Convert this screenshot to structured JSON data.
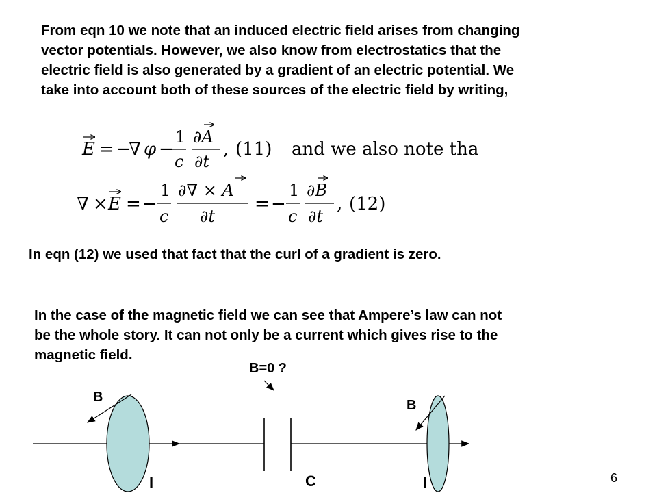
{
  "paragraph1": {
    "line1": "From eqn 10 we note that an induced electric field arises from changing",
    "line2": "vector potentials. However, we also know from electrostatics that the",
    "line3": "electric field is also generated by a gradient of an electric potential. We",
    "line4": "take into account both of these sources of the electric field by writing,"
  },
  "equation11": {
    "lhs": "E",
    "eq": "=",
    "neg": "−",
    "nabla": "∇",
    "phi": "φ",
    "minus": "−",
    "one": "1",
    "c": "c",
    "partial_A": "∂A",
    "partial_t": "∂t",
    "comma": ",",
    "number": "(11)",
    "trailing_text": "and we also note that"
  },
  "equation12": {
    "nabla": "∇",
    "times": "×",
    "E": "E",
    "eq1": "=",
    "minus1": "−",
    "one1": "1",
    "c1": "c",
    "curl_A": "∂∇ × A",
    "dt1": "∂t",
    "eq2": "=",
    "minus2": "−",
    "one2": "1",
    "c2": "c",
    "partial_B": "∂B",
    "dt2": "∂t",
    "comma": ",",
    "number": "(12)"
  },
  "curl_note": "In  eqn (12) we used that fact that the curl of a gradient is zero.",
  "paragraph2": {
    "line1": "In the case of the magnetic field we can see that Ampere’s law can not",
    "line2": "be the whole story. It can not only be a current which gives rise to the",
    "line3": "magnetic field."
  },
  "figure": {
    "b_zero_label": "B=0 ?",
    "b_left_label": "B",
    "b_right_label": "B",
    "i_left_label": "I",
    "capacitor_label": "C",
    "i_right_label": "I",
    "loop_fill": "#b4dcdc"
  },
  "page_number": "6"
}
